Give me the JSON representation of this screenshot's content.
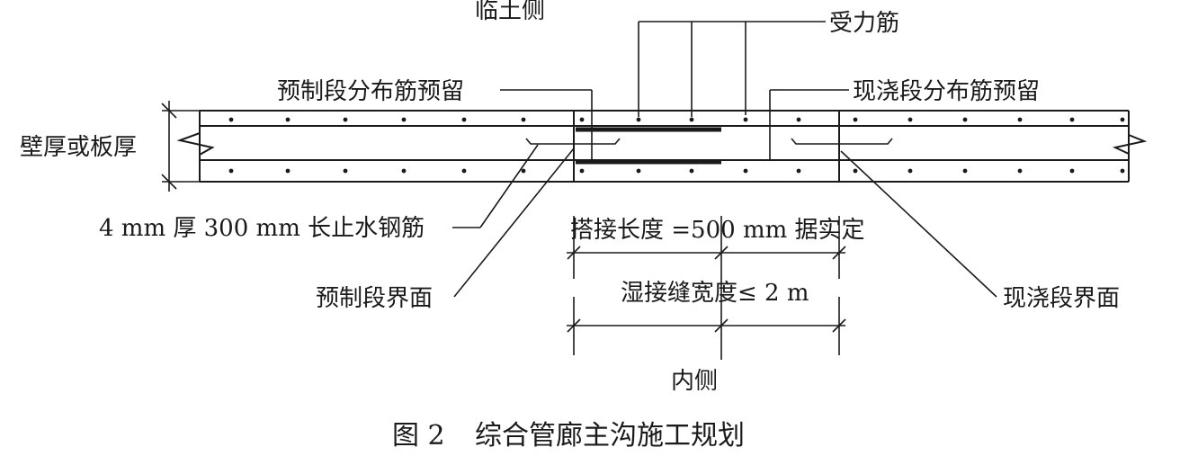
{
  "labels": {
    "soil_side": "临土侧",
    "main_rebar": "受力筋",
    "precast_distribution_reserve": "预制段分布筋预留",
    "cast_in_place_distribution_reserve": "现浇段分布筋预留",
    "wall_thickness": "壁厚或板厚",
    "waterstop_rebar": "4 mm 厚 300 mm 长止水钢筋",
    "lap_length": "搭接长度 =500 mm 据实定",
    "precast_interface": "预制段界面",
    "wet_joint_width": "湿接缝宽度≤ 2 m",
    "cast_in_place_interface": "现浇段界面",
    "inner_side": "内侧"
  },
  "caption": {
    "figure_number": "图 2",
    "title": "综合管廊主沟施工规划"
  },
  "colors": {
    "line": "#1a1a1a",
    "background": "#ffffff"
  }
}
